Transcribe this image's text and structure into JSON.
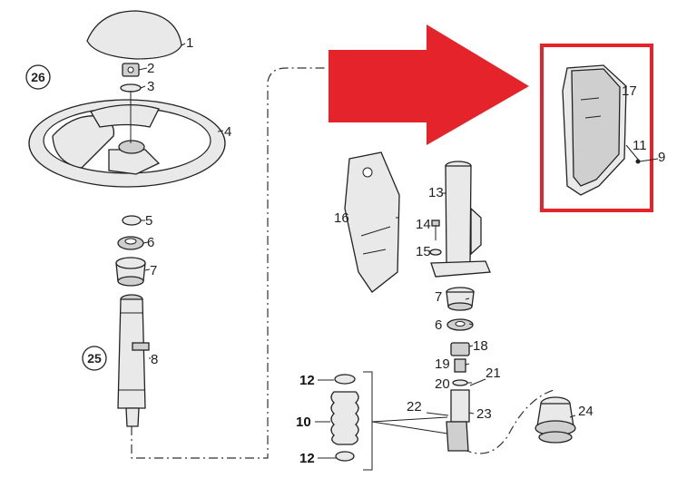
{
  "highlight": {
    "color": "#e5232a"
  },
  "groups": {
    "left": "26",
    "shaft": "25"
  },
  "parts": {
    "p1": "1",
    "p2": "2",
    "p3": "3",
    "p4": "4",
    "p5": "5",
    "p6": "6",
    "p7": "7",
    "p8": "8",
    "p9": "9",
    "p10": "10",
    "p11": "11",
    "p12a": "12",
    "p12b": "12",
    "p13": "13",
    "p14": "14",
    "p15": "15",
    "p16": "16",
    "p17": "17",
    "p18": "18",
    "p19": "19",
    "p20": "20",
    "p21": "21",
    "p22": "22",
    "p23": "23",
    "p24": "24",
    "p6b": "6",
    "p7b": "7"
  }
}
